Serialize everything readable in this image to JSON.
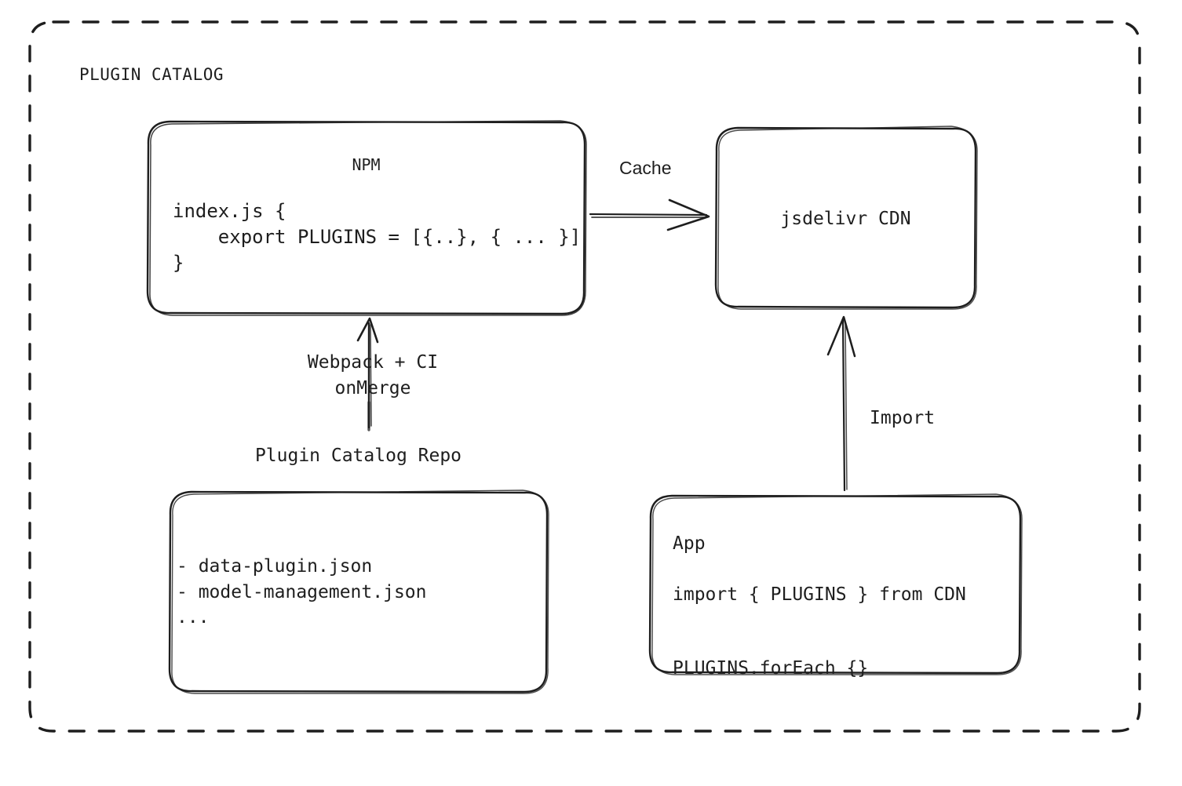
{
  "diagram": {
    "title": "PLUGIN CATALOG",
    "background": "#ffffff",
    "stroke_color": "#1e1e1e",
    "style": "hand-drawn"
  },
  "group": {
    "label": "PLUGIN CATALOG",
    "border_style": "dashed"
  },
  "nodes": {
    "npm": {
      "title": "NPM",
      "code": "index.js {\n    export PLUGINS = [{..}, { ... }]\n}"
    },
    "cdn": {
      "title": "jsdelivr CDN"
    },
    "repo": {
      "label": "Plugin Catalog Repo",
      "files": "- data-plugin.json\n- model-management.json\n..."
    },
    "app": {
      "title": "App",
      "code": "import { PLUGINS } from CDN\n\nPLUGINS.forEach {}"
    }
  },
  "edges": {
    "npm_to_cdn": {
      "label": "Cache",
      "from": "npm",
      "to": "cdn",
      "direction": "right"
    },
    "repo_to_npm": {
      "label": "Webpack + CI\nonMerge",
      "from": "repo",
      "to": "npm",
      "direction": "up"
    },
    "app_to_cdn": {
      "label": "Import",
      "from": "app",
      "to": "cdn",
      "direction": "up"
    }
  }
}
